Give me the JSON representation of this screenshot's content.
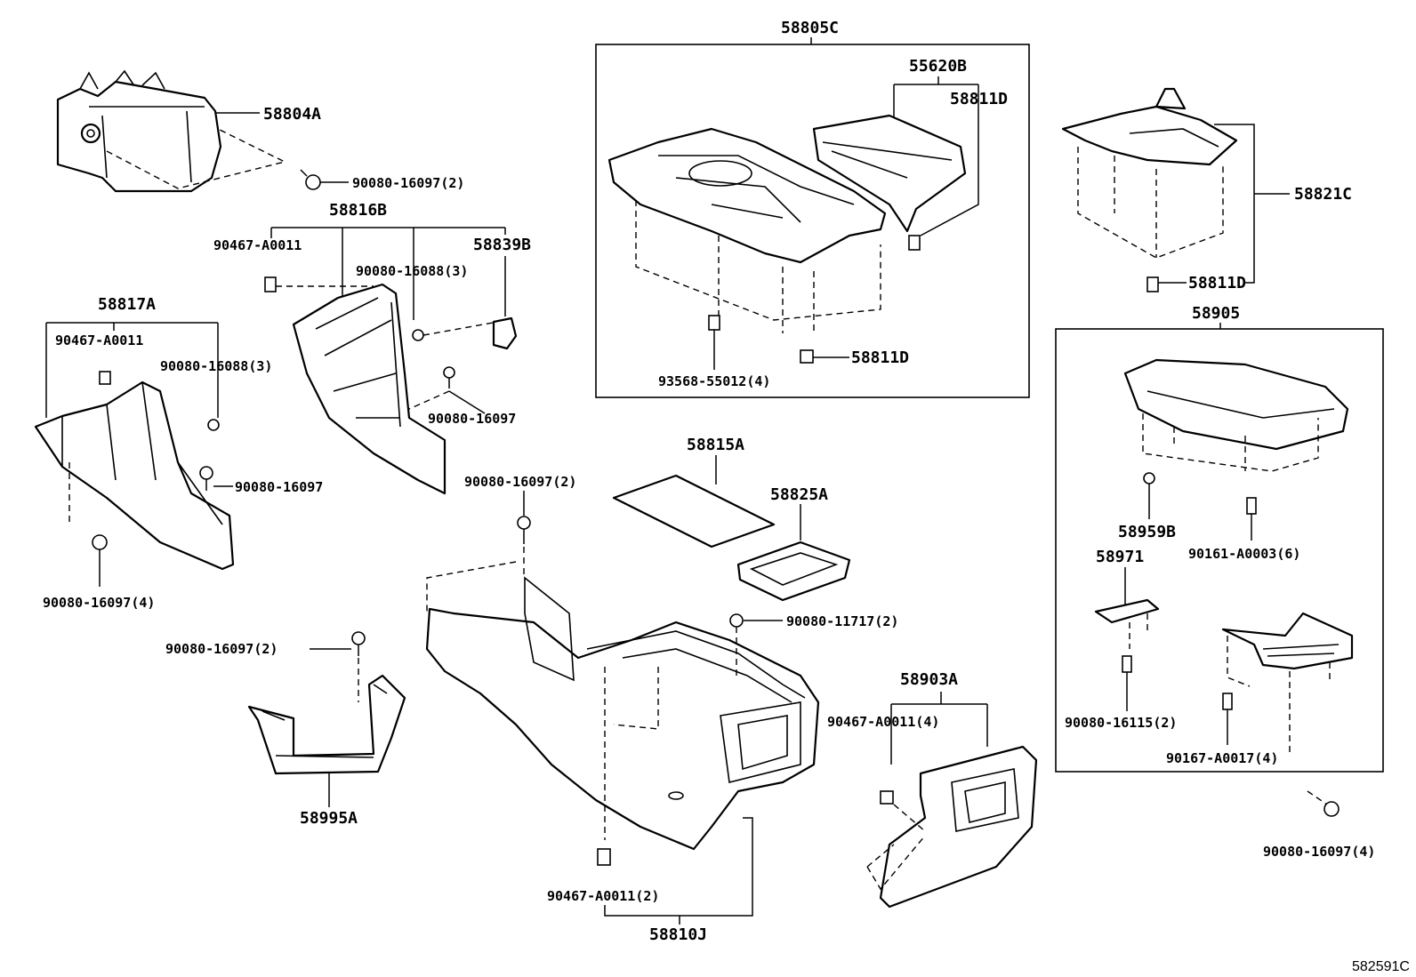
{
  "diagram": {
    "figure_code": "582591C",
    "labels": {
      "p58805C": "58805C",
      "p55620B": "55620B",
      "p58811D_a": "58811D",
      "p58811D_b": "58811D",
      "p58811D_c": "58811D",
      "p93568": "93568-55012(4)",
      "p58804A": "58804A",
      "p90080_16097_2a": "90080-16097(2)",
      "p58816B": "58816B",
      "p90467_a": "90467-A0011",
      "p90080_16088_3a": "90080-16088(3)",
      "p58839B": "58839B",
      "p90080_16097_a": "90080-16097",
      "p58817A": "58817A",
      "p90467_b": "90467-A0011",
      "p90080_16088_3b": "90080-16088(3)",
      "p90080_16097_b": "90080-16097",
      "p90080_16097_4a": "90080-16097(4)",
      "p58821C": "58821C",
      "p58905": "58905",
      "p58959B": "58959B",
      "p90161": "90161-A0003(6)",
      "p58971": "58971",
      "p90080_16115": "90080-16115(2)",
      "p90167": "90167-A0017(4)",
      "p90080_16097_4b": "90080-16097(4)",
      "p58815A": "58815A",
      "p58825A": "58825A",
      "p90080_16097_2b": "90080-16097(2)",
      "p90080_11717": "90080-11717(2)",
      "p90080_16097_2c": "90080-16097(2)",
      "p58995A": "58995A",
      "p58903A": "58903A",
      "p90467_4": "90467-A0011(4)",
      "p90467_2": "90467-A0011(2)",
      "p58810J": "58810J"
    }
  }
}
